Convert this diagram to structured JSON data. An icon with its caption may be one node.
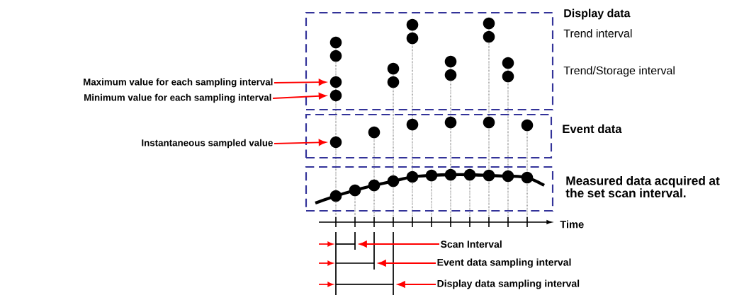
{
  "diagram": {
    "nodes": [
      {
        "text": [
          "Display data",
          "Trend interval",
          "Trend/Storage interval"
        ]
      },
      {
        "text": [
          "Event data"
        ]
      },
      {
        "text": [
          "Measured data acquired at the set scan interval."
        ]
      },
      {
        "text": [
          "Maximum value for each sampling interval"
        ]
      },
      {
        "text": [
          "Minimum value for each sampling interval"
        ]
      },
      {
        "text": [
          "Instantaneous sampled value"
        ]
      },
      {
        "text": [],
        "shape": "circle",
        "in": 0
      },
      {
        "text": [],
        "shape": "circle",
        "in": 0
      },
      {
        "text": [],
        "shape": "circle",
        "in": 1
      },
      {
        "text": [
          "Scan Interval"
        ]
      },
      {
        "text": [
          "Event data sampling interval"
        ]
      },
      {
        "text": [
          "Display data sampling interval"
        ]
      },
      {
        "text": [],
        "shape": "bar"
      },
      {
        "text": [],
        "shape": "bar"
      },
      {
        "text": [],
        "shape": "bar"
      },
      {
        "text": [],
        "shape": "bar"
      }
    ],
    "edges": [
      {
        "from": 3,
        "to": 6,
        "arrow": "to"
      },
      {
        "from": 4,
        "to": 7,
        "arrow": "to"
      },
      {
        "from": 5,
        "to": 8,
        "arrow": "to"
      },
      {
        "from": 9,
        "to": 13,
        "arrow": "to"
      },
      {
        "from": 10,
        "to": 14,
        "arrow": "to"
      },
      {
        "from": 11,
        "to": 15,
        "arrow": "to"
      },
      {
        "from": 12,
        "to": 13,
        "arrow": "none",
        "color": "#000000"
      },
      {
        "from": 12,
        "to": 14,
        "arrow": "none",
        "color": "#000000"
      },
      {
        "from": 12,
        "to": 15,
        "arrow": "none",
        "color": "#000000"
      }
    ],
    "labels": [
      "Time"
    ]
  }
}
